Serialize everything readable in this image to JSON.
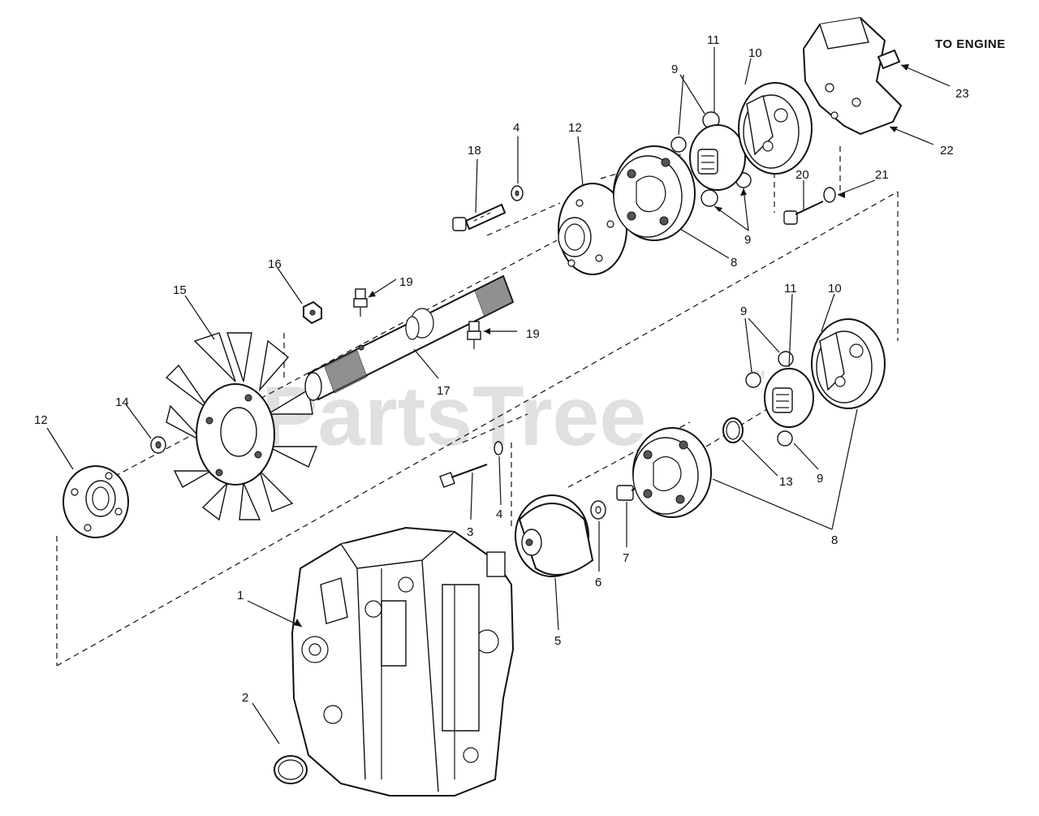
{
  "header": {
    "to_engine": "TO ENGINE"
  },
  "watermark": {
    "text": "PartsTree",
    "tm": "TM"
  },
  "callouts": [
    {
      "id": "c1",
      "text": "1"
    },
    {
      "id": "c2",
      "text": "2"
    },
    {
      "id": "c3",
      "text": "3"
    },
    {
      "id": "c4a",
      "text": "4"
    },
    {
      "id": "c4b",
      "text": "4"
    },
    {
      "id": "c5",
      "text": "5"
    },
    {
      "id": "c6",
      "text": "6"
    },
    {
      "id": "c7",
      "text": "7"
    },
    {
      "id": "c8a",
      "text": "8"
    },
    {
      "id": "c8b",
      "text": "8"
    },
    {
      "id": "c9a",
      "text": "9"
    },
    {
      "id": "c9b",
      "text": "9"
    },
    {
      "id": "c9c",
      "text": "9"
    },
    {
      "id": "c9d",
      "text": "9"
    },
    {
      "id": "c10a",
      "text": "10"
    },
    {
      "id": "c10b",
      "text": "10"
    },
    {
      "id": "c11a",
      "text": "11"
    },
    {
      "id": "c11b",
      "text": "11"
    },
    {
      "id": "c12a",
      "text": "12"
    },
    {
      "id": "c12b",
      "text": "12"
    },
    {
      "id": "c13",
      "text": "13"
    },
    {
      "id": "c14",
      "text": "14"
    },
    {
      "id": "c15",
      "text": "15"
    },
    {
      "id": "c16",
      "text": "16"
    },
    {
      "id": "c17",
      "text": "17"
    },
    {
      "id": "c18",
      "text": "18"
    },
    {
      "id": "c19a",
      "text": "19"
    },
    {
      "id": "c19b",
      "text": "19"
    },
    {
      "id": "c20",
      "text": "20"
    },
    {
      "id": "c21",
      "text": "21"
    },
    {
      "id": "c22",
      "text": "22"
    },
    {
      "id": "c23",
      "text": "23"
    }
  ]
}
